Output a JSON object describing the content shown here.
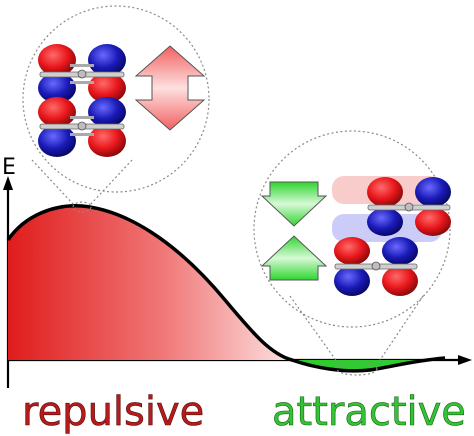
{
  "figure": {
    "axis_label": "E",
    "region_left_label": "repulsive",
    "region_right_label": "attractive",
    "colors": {
      "repulsive_text": "#b41c1c",
      "attractive_text": "#33bb33",
      "repulsive_fill": "#e02020",
      "attractive_fill": "#22bb22",
      "orbital_red": "#e8161b",
      "orbital_blue": "#1a1aa8",
      "curve": "#000000",
      "zoom_circle": "#888888"
    },
    "icons": {
      "repulsion_arrow": "double-headed-vertical-arrow-outward",
      "attraction_arrow": "double-headed-vertical-arrow-inward"
    }
  }
}
